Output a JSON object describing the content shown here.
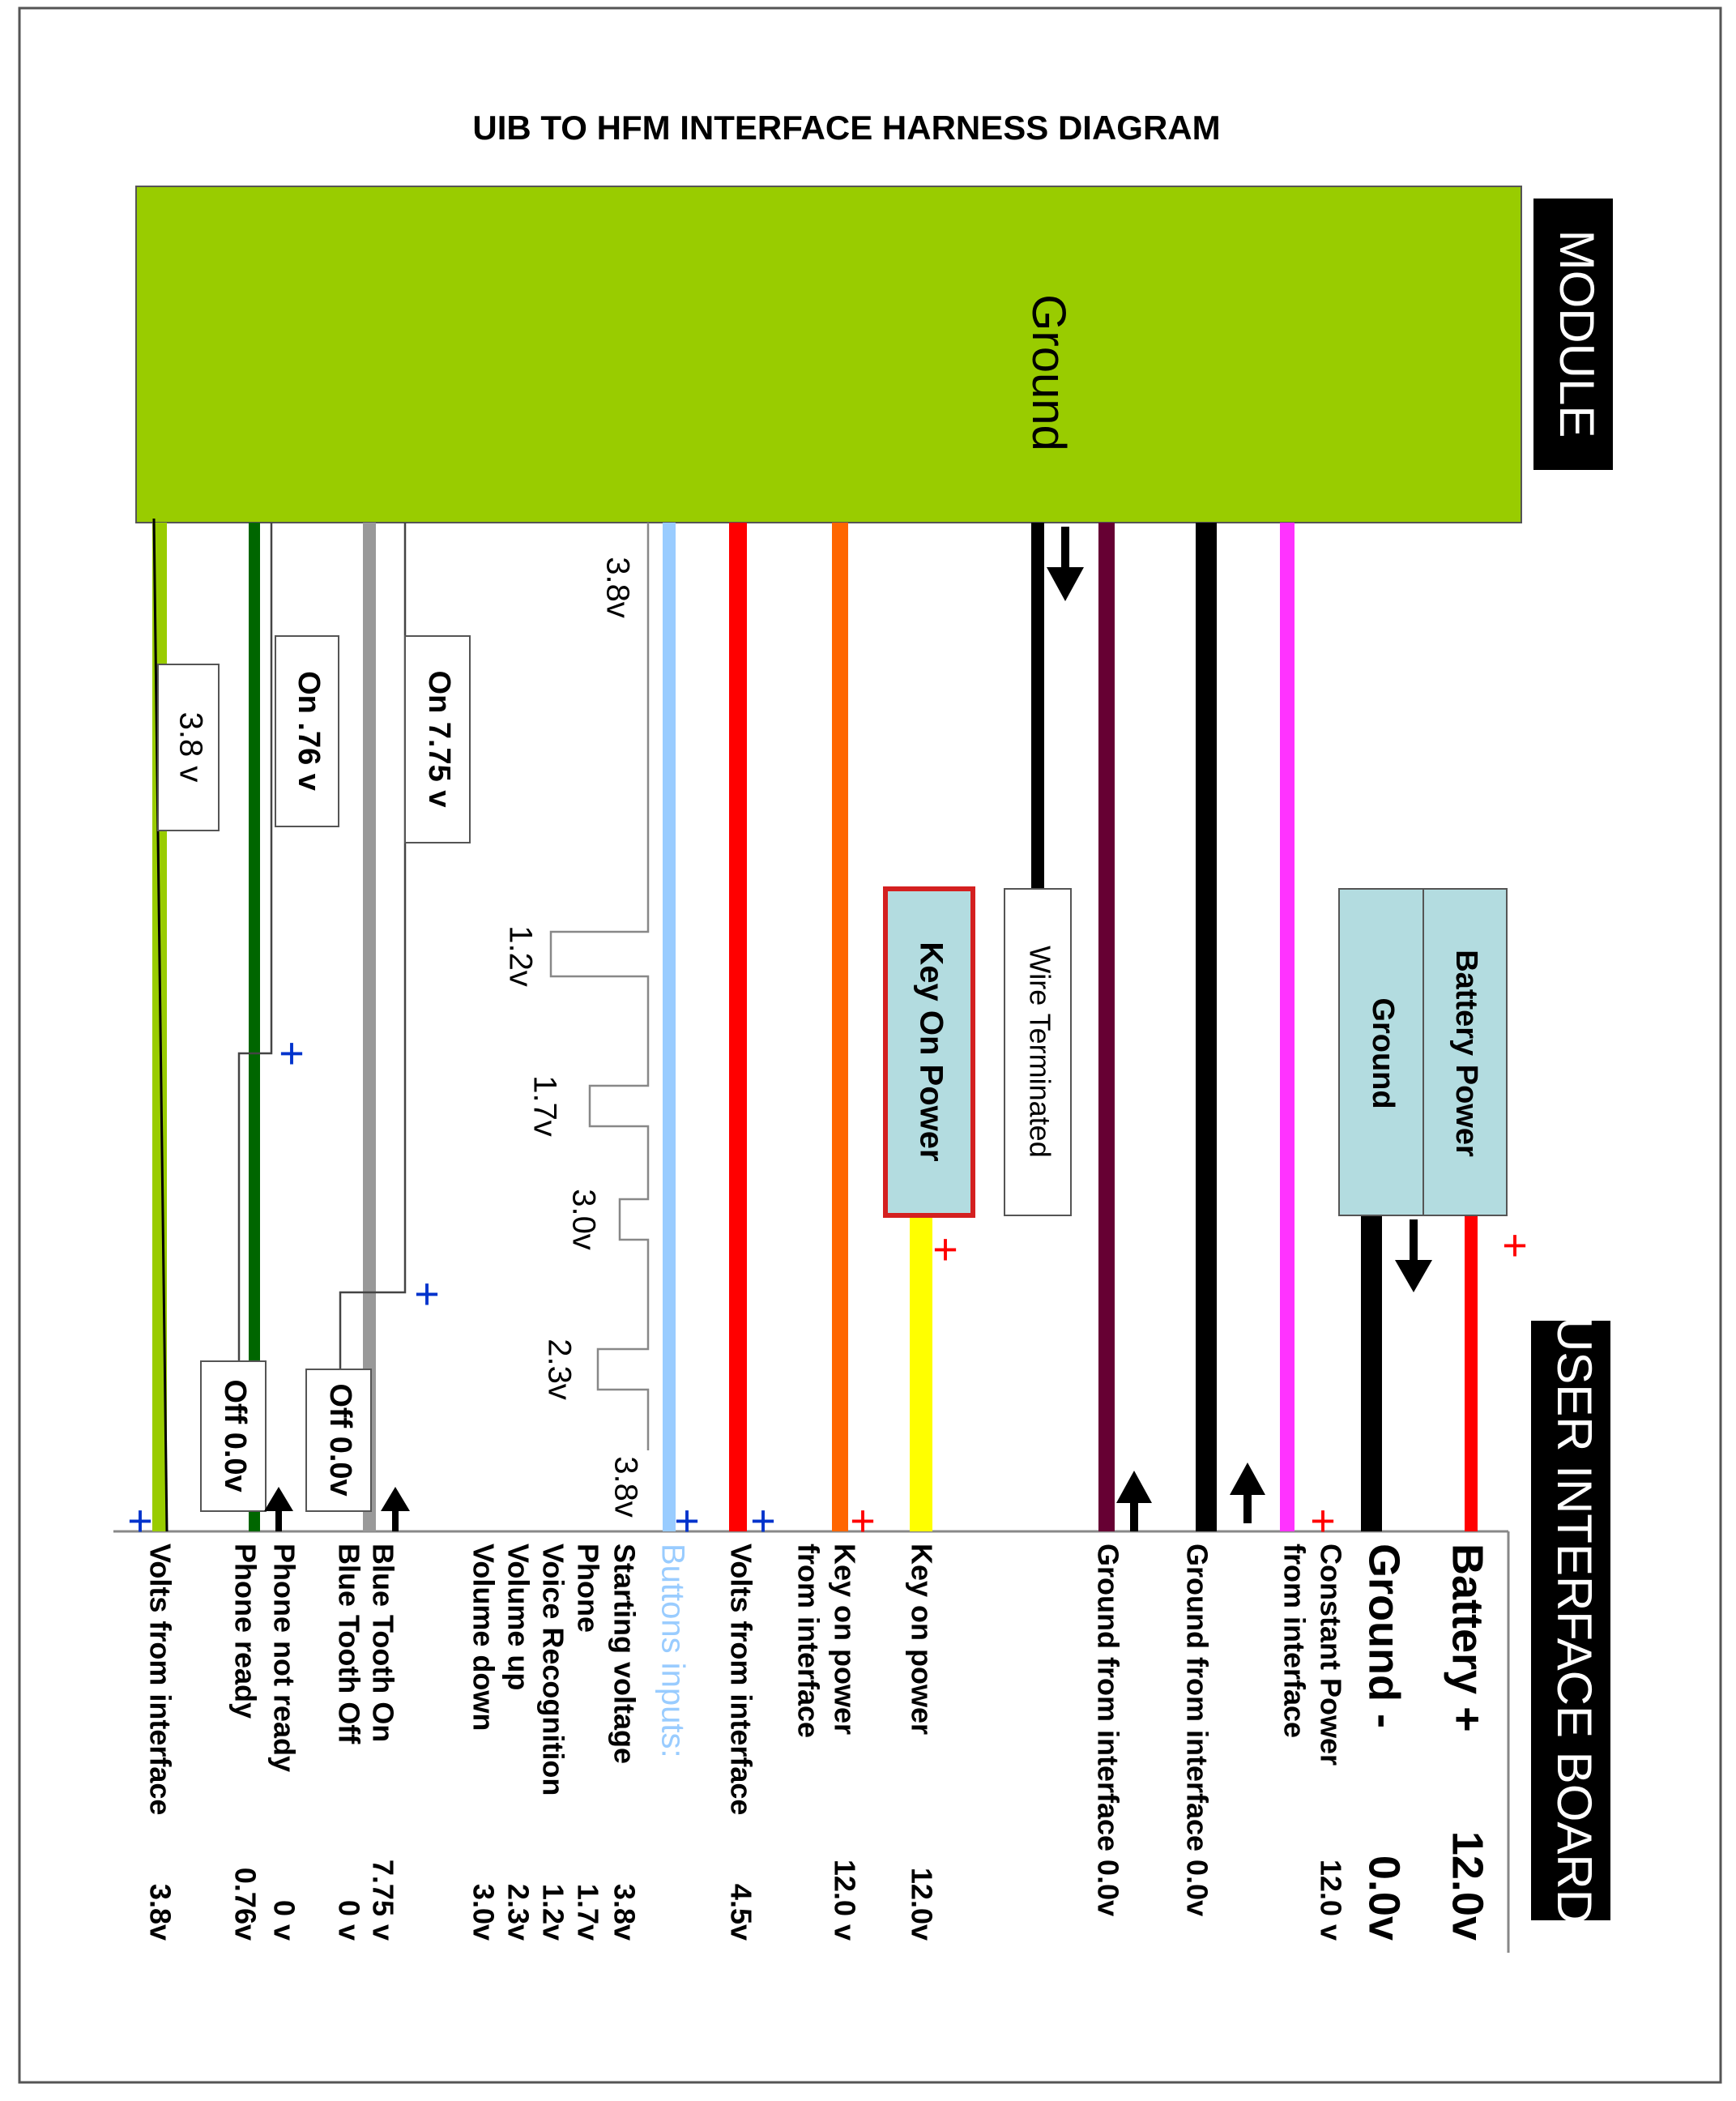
{
  "title": "UIB TO HFM INTERFACE HARNESS DIAGRAM",
  "module": {
    "label": "MODULE",
    "block_label": "Ground",
    "block_color": "#99cc00"
  },
  "board": {
    "label": "USER INTERFACE BOARD"
  },
  "colors": {
    "battery_red": "#ff0000",
    "magenta": "#ff33ff",
    "black": "#000000",
    "maroon": "#660033",
    "orange": "#ff6600",
    "yellow": "#ffff00",
    "red": "#ff0000",
    "light_blue": "#99ccff",
    "grey": "#999999",
    "dark_green": "#006600",
    "lime": "#99cc00",
    "box_teal": "#b3dce0",
    "plus_red": "#ff0000",
    "plus_blue": "#0033cc"
  },
  "boxes": {
    "battery_power": "Battery Power",
    "ground": "Ground",
    "wire_terminated": "Wire Terminated",
    "key_on_power": "Key On Power"
  },
  "plus_symbol": "+",
  "bottom_list": [
    {
      "label": "Battery +",
      "value": "12.0v"
    },
    {
      "label": "Ground -",
      "value": "0.0v"
    },
    {
      "label": "Constant Power",
      "value": "12.0 v"
    },
    {
      "label": "from interface",
      "value": ""
    },
    {
      "label": "Ground from interface 0.0v",
      "value": ""
    },
    {
      "label": "Ground from interface 0.0v",
      "value": ""
    },
    {
      "label": "Key on power",
      "value": "12.0v"
    },
    {
      "label": "Key on power",
      "value": "12.0 v"
    },
    {
      "label": "from interface",
      "value": ""
    },
    {
      "label": "Volts from interface",
      "value": "4.5v"
    },
    {
      "label": "Buttons inputs:",
      "value": ""
    },
    {
      "label": "Starting voltage",
      "value": "3.8v"
    },
    {
      "label": "Phone",
      "value": "1.7v"
    },
    {
      "label": "Voice Recognition",
      "value": "1.2v"
    },
    {
      "label": "Volume up",
      "value": "2.3v"
    },
    {
      "label": "Volume down",
      "value": "3.0v"
    },
    {
      "label": "Blue Tooth On",
      "value": "7.75 v"
    },
    {
      "label": "Blue Tooth Off",
      "value": "0 v"
    },
    {
      "label": "Phone not ready",
      "value": "0 v"
    },
    {
      "label": "Phone ready",
      "value": "0.76v"
    },
    {
      "label": "Volts from interface",
      "value": "3.8v"
    }
  ],
  "button_waveform": {
    "starting": "3.8v",
    "pulses": [
      "1.2v",
      "1.7v",
      "3.0v",
      "2.3v"
    ],
    "ending": "3.8v"
  },
  "bluetooth": {
    "on": "On  7.75 v",
    "off": "Off 0.0v"
  },
  "phone": {
    "on": "On  .76 v",
    "off": "Off 0.0v"
  },
  "volts_box": "3.8 v"
}
